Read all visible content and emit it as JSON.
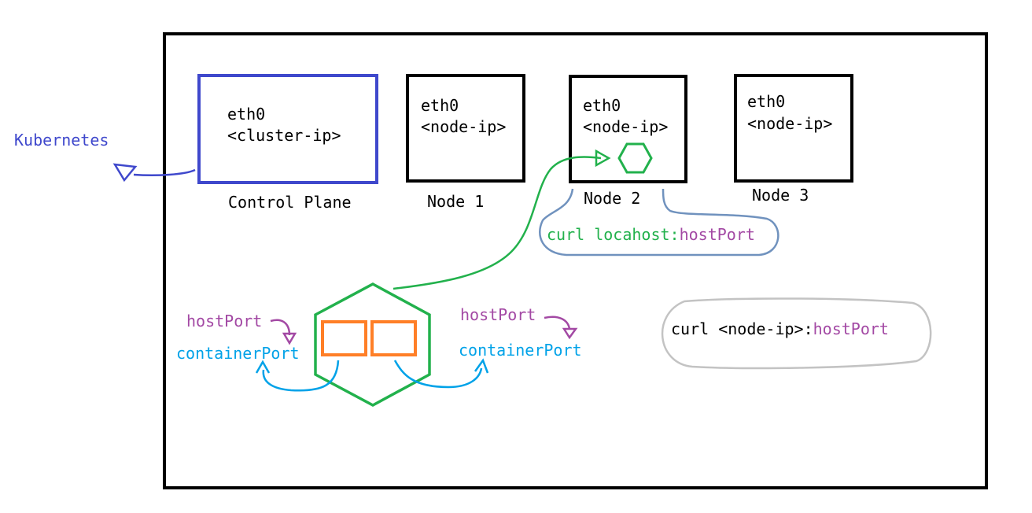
{
  "side_label": "Kubernetes",
  "control_plane": {
    "iface": "eth0",
    "ip": "<cluster-ip>",
    "caption": "Control Plane"
  },
  "nodes": [
    {
      "iface": "eth0",
      "ip": "<node-ip>",
      "caption": "Node 1"
    },
    {
      "iface": "eth0",
      "ip": "<node-ip>",
      "caption": "Node 2"
    },
    {
      "iface": "eth0",
      "ip": "<node-ip>",
      "caption": "Node 3"
    }
  ],
  "local_curl": {
    "cmd": "curl locahost:",
    "port": "hostPort"
  },
  "remote_curl": {
    "cmd": "curl <node-ip>:",
    "port": "hostPort"
  },
  "pod_ports": {
    "left": {
      "host": "hostPort",
      "container": "containerPort"
    },
    "right": {
      "host": "hostPort",
      "container": "containerPort"
    }
  },
  "colors": {
    "frame": "#000000",
    "control_plane": "#3f48cc",
    "pod": "#22b14c",
    "container": "#ff7f27",
    "host_port": "#a349a4",
    "container_port": "#00a2e8",
    "local_bubble": "#7092be",
    "remote_bubble": "#c3c3c3"
  }
}
